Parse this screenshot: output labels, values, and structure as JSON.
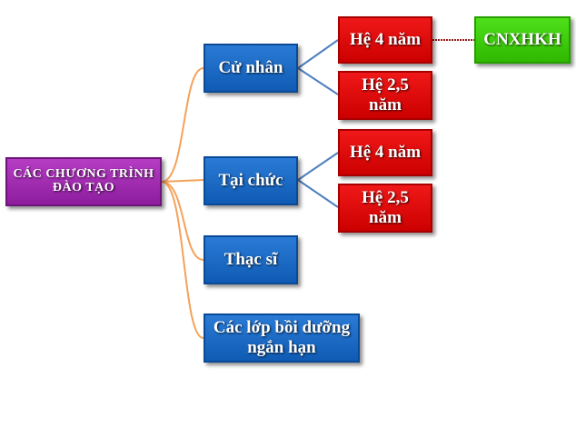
{
  "colors": {
    "root": "#a02bb2",
    "level1": "#1569c7",
    "level2": "#e00000",
    "level3": "#3fcf10",
    "connector_orange": "#f5a15a",
    "connector_blue": "#4f7fbf",
    "connector_red": "#9a1b1b"
  },
  "root": {
    "label": "CÁC CHƯƠNG TRÌNH ĐÀO TẠO"
  },
  "branches": [
    {
      "label": "Cử nhân",
      "children": [
        {
          "label": "Hệ 4 năm",
          "children": [
            {
              "label": "CNXHKH"
            }
          ]
        },
        {
          "label": "Hệ 2,5 năm"
        }
      ]
    },
    {
      "label": "Tại chức",
      "children": [
        {
          "label": "Hệ 4 năm"
        },
        {
          "label": "Hệ 2,5 năm"
        }
      ]
    },
    {
      "label": "Thạc sĩ"
    },
    {
      "label": "Các lớp bồi dưỡng ngắn hạn"
    }
  ]
}
